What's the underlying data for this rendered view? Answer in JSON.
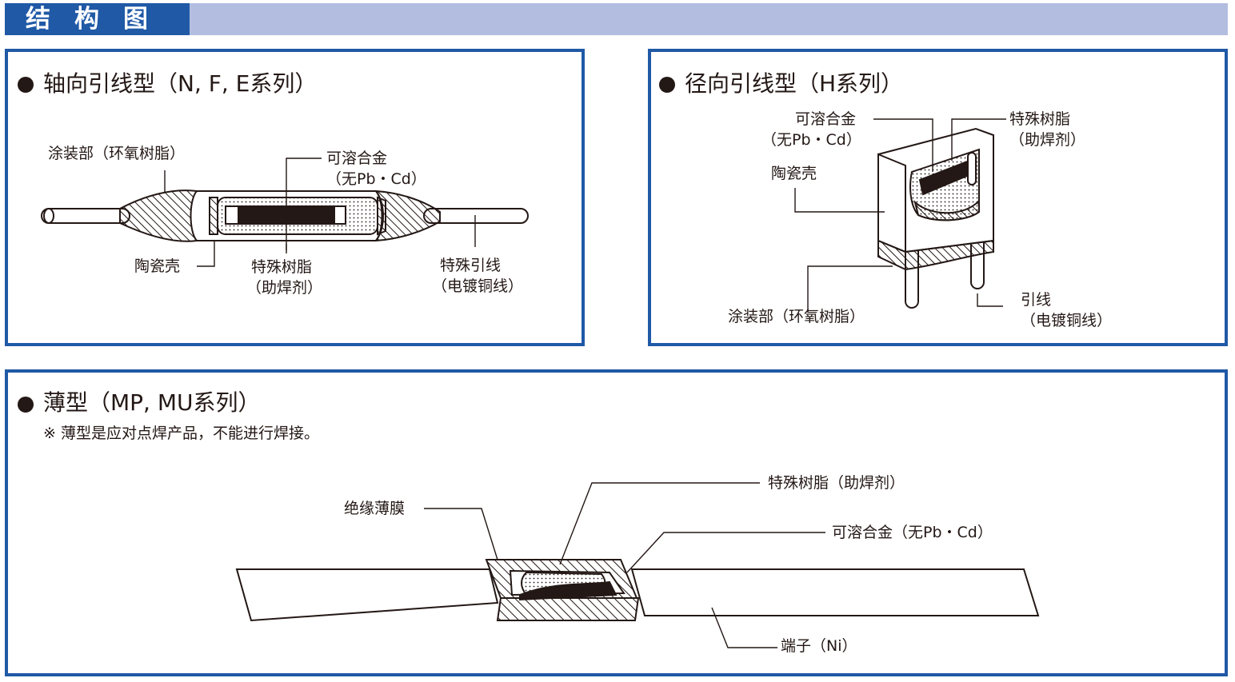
{
  "header": {
    "title": "结构图"
  },
  "axial": {
    "title": "轴向引线型（N, F, E系列）",
    "labels": {
      "coating": "涂装部（环氧树脂）",
      "alloy_1": "可溶合金",
      "alloy_2": "（无Pb・Cd）",
      "ceramic": "陶瓷壳",
      "resin_1": "特殊树脂",
      "resin_2": "（助焊剂）",
      "lead_1": "特殊引线",
      "lead_2": "（电镀铜线）"
    }
  },
  "radial": {
    "title": "径向引线型（H系列）",
    "labels": {
      "alloy_1": "可溶合金",
      "alloy_2": "（无Pb・Cd）",
      "resin_1": "特殊树脂",
      "resin_2": "（助焊剂）",
      "ceramic": "陶瓷壳",
      "coating": "涂装部（环氧树脂）",
      "lead_1": "引线",
      "lead_2": "（电镀铜线）"
    }
  },
  "thin": {
    "title": "薄型（MP, MU系列）",
    "note": "※ 薄型是应对点焊产品，不能进行焊接。",
    "labels": {
      "resin": "特殊树脂（助焊剂）",
      "film": "绝缘薄膜",
      "alloy": "可溶合金（无Pb・Cd）",
      "terminal": "端子（Ni）"
    }
  },
  "colors": {
    "accent": "#2059a6",
    "header_bar": "#b3bde0",
    "ink": "#231815"
  }
}
